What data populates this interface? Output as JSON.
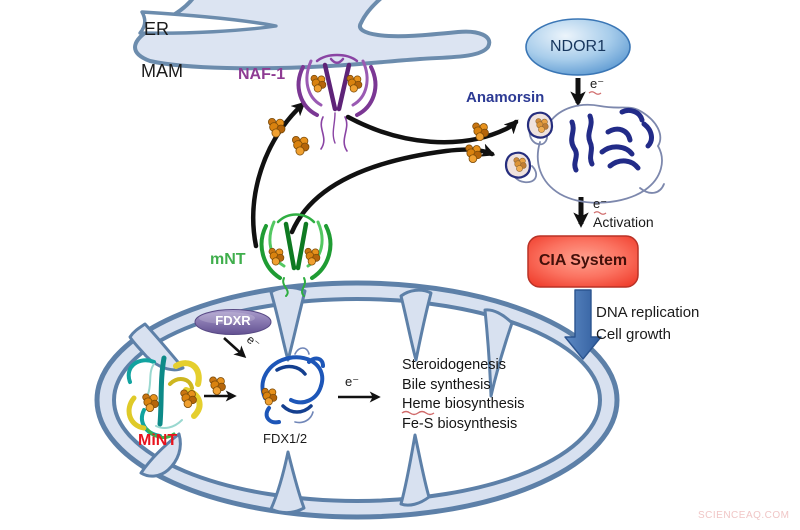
{
  "diagram": {
    "labels": {
      "er": "ER",
      "mam": "MAM",
      "naf1": "NAF-1",
      "ndor1": "NDOR1",
      "electron": "e⁻",
      "anamorsin": "Anamorsin",
      "activation": "Activation",
      "cia": "CIA System",
      "dna": "DNA replication",
      "growth": "Cell growth",
      "mnt": "mNT",
      "fdxr": "FDXR",
      "mint": "MiNT",
      "fdx": "FDX1/2"
    },
    "outputs": [
      "Steroidogenesis",
      "Bile synthesis",
      "Heme biosynthesis",
      "Fe-S biosynthesis"
    ],
    "watermark": "SCIENCEAQ.COM",
    "colors": {
      "er_fill": "#dce4f2",
      "membrane_blue": "#5d80a8",
      "ndor1_blue": "#4384c4",
      "fdxr_purple": "#6a5898",
      "cia_red": "#f04130",
      "arrow_blue": "#3e6fae",
      "naf1_purple": "#8e3b93",
      "anamorsin_navy": "#2c3a94",
      "mnt_green": "#3fae4c",
      "mint_red": "#e8131d",
      "fes_orange": "#e0881c"
    }
  }
}
